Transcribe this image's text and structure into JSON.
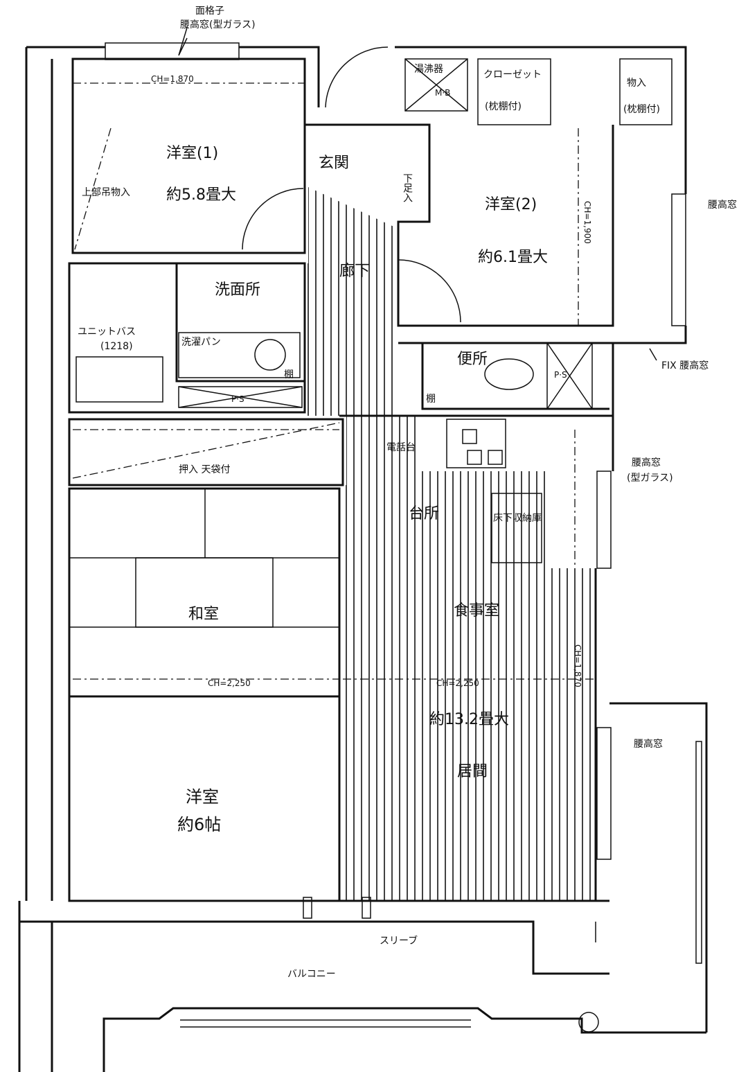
{
  "plan": {
    "labels": {
      "grille": "面格子",
      "window_top": "腰高窓(型ガラス)",
      "ch_room1": "CH=1,870",
      "water_heater": "湯沸器",
      "mb": "M·B",
      "closet": "クローゼット",
      "closet_shelf": "(枕棚付)",
      "storage": "物入",
      "storage_shelf": "(枕棚付)",
      "room1": "洋室(1)",
      "room1_size": "約5.8畳大",
      "upper_storage": "上部吊物入",
      "entrance": "玄関",
      "shoe_box": "下足入",
      "room2": "洋室(2)",
      "room2_size": "約6.1畳大",
      "ch_room2": "CH=1,900",
      "window_right_top": "腰高窓",
      "corridor": "廊下",
      "washroom": "洗面所",
      "unit_bath": "ユニットバス",
      "unit_bath_size": "(1218)",
      "washer_pan": "洗濯パン",
      "shelf1": "棚",
      "ps1": "P·S",
      "toilet": "便所",
      "shelf2": "棚",
      "ps2": "P·S",
      "fix_window": "FIX 腰高窓",
      "oshiire": "押入 天袋付",
      "phone_stand": "電話台",
      "window_kitchen": "腰高窓",
      "window_kitchen_note": "(型ガラス)",
      "kitchen": "台所",
      "underfloor": "床下収納庫",
      "washitsu": "和室",
      "dining": "食事室",
      "ch_wa": "CH=2,250",
      "ch_ldk": "CH=2,250",
      "ch_dining": "CH=1,870",
      "ldk_size": "約13.2畳大",
      "living": "居間",
      "window_living": "腰高窓",
      "room3": "洋室",
      "room3_size": "約6帖",
      "sleeve": "スリーブ",
      "balcony": "バルコニー"
    }
  }
}
